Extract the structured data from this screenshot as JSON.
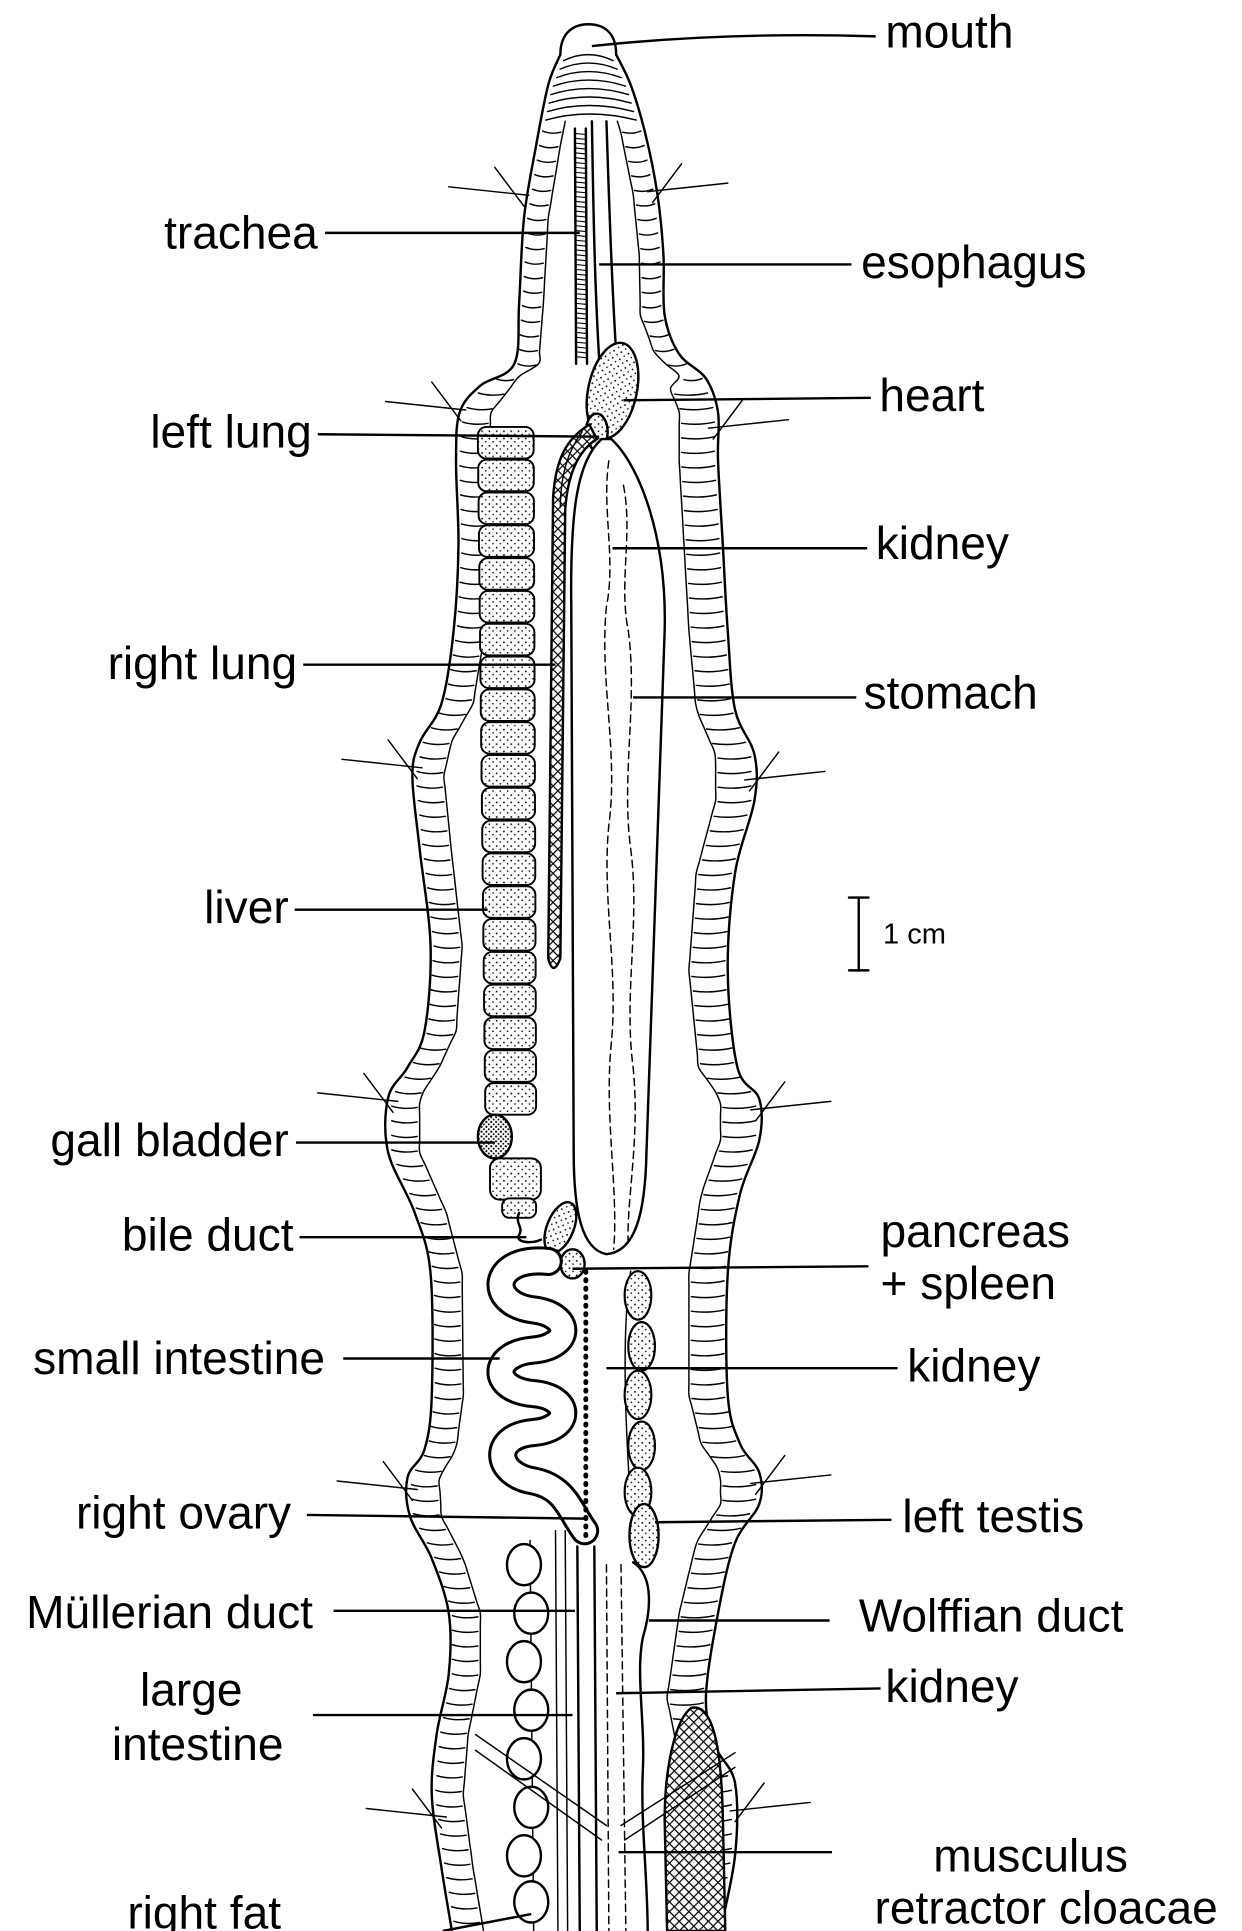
{
  "labels": {
    "mouth": "mouth",
    "trachea": "trachea",
    "esophagus": "esophagus",
    "heart": "heart",
    "left_lung": "left lung",
    "kidney_1": "kidney",
    "right_lung": "right lung",
    "stomach": "stomach",
    "liver": "liver",
    "gall_bladder": "gall bladder",
    "bile_duct": "bile duct",
    "pancreas_spleen": [
      "pancreas",
      "+ spleen"
    ],
    "small_intestine": "small intestine",
    "kidney_2": "kidney",
    "right_ovary": "right ovary",
    "left_testis": "left testis",
    "mullerian_duct": "Müllerian duct",
    "wolffian_duct": "Wolffian duct",
    "large_intestine": [
      "large",
      "intestine"
    ],
    "kidney_3": "kidney",
    "musculus_retractor_cloacae": [
      "musculus",
      "retractor cloacae"
    ],
    "right_fat": "right fat"
  },
  "scale_bar": {
    "label": "1 cm"
  },
  "colors": {
    "ink": "#000000",
    "paper": "#ffffff"
  }
}
